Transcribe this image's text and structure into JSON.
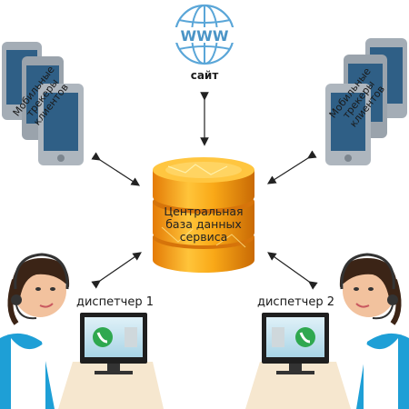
{
  "labels": {
    "site": "сайт",
    "db_line1": "Центральная",
    "db_line2": "база данных",
    "db_line3": "сервиса",
    "trackers_left": "Мобильные трекеры клиентов",
    "trackers_right": "Мобильные трекеры клиентов",
    "operator1": "диспетчер 1",
    "operator2": "диспетчер 2",
    "www": "WWW"
  },
  "colors": {
    "db_gold": "#f5a21a",
    "db_dark": "#d27a08",
    "globe_blue": "#5aa6d8",
    "phone_gray": "#9aa3ac",
    "desk": "#f6e7cf",
    "shirt": "#1e9fd6"
  }
}
